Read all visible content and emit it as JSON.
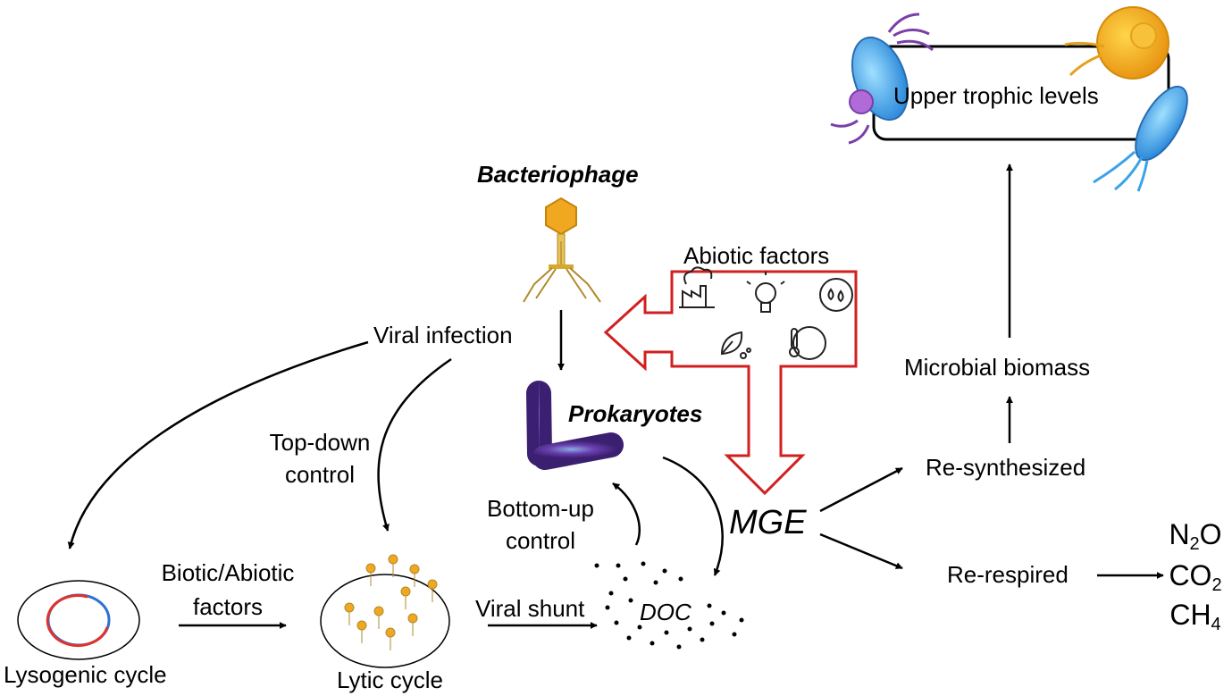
{
  "labels": {
    "bacteriophage": "Bacteriophage",
    "abiotic_factors": "Abiotic factors",
    "viral_infection": "Viral infection",
    "prokaryotes": "Prokaryotes",
    "top_down_1": "Top-down",
    "top_down_2": "control",
    "bottom_up_1": "Bottom-up",
    "bottom_up_2": "control",
    "biotic_abiotic_1": "Biotic/Abiotic",
    "biotic_abiotic_2": "factors",
    "viral_shunt": "Viral shunt",
    "doc": "DOC",
    "mge": "MGE",
    "re_synthesized": "Re-synthesized",
    "re_respired": "Re-respired",
    "microbial_biomass": "Microbial biomass",
    "upper_trophic_levels": "Upper trophic levels",
    "lysogenic_cycle": "Lysogenic cycle",
    "lytic_cycle": "Lytic cycle"
  },
  "gases": {
    "n2o": {
      "base": "N",
      "sub": "2",
      "tail": "O"
    },
    "co2": {
      "base": "CO",
      "sub": "2",
      "tail": ""
    },
    "ch4": {
      "base": "CH",
      "sub": "4",
      "tail": ""
    }
  },
  "icons": [
    "factory-pollution-icon",
    "lightbulb-icon",
    "water-cycle-icon",
    "leaf-nutrient-icon",
    "thermometer-globe-icon",
    "bacteriophage-icon",
    "prokaryote-cell-icon",
    "plasmid-icon",
    "phage-burst-icon",
    "protist-icon"
  ],
  "colors": {
    "abiotic_arrow": "#d21f1f",
    "plasmid_red": "#e0322b",
    "plasmid_blue": "#2f6fd0",
    "prokaryote": "#6a3fb0",
    "phage": "#e3a21a",
    "protist_blue": "#3aa3e8",
    "protist_yellow": "#f2b51a"
  }
}
